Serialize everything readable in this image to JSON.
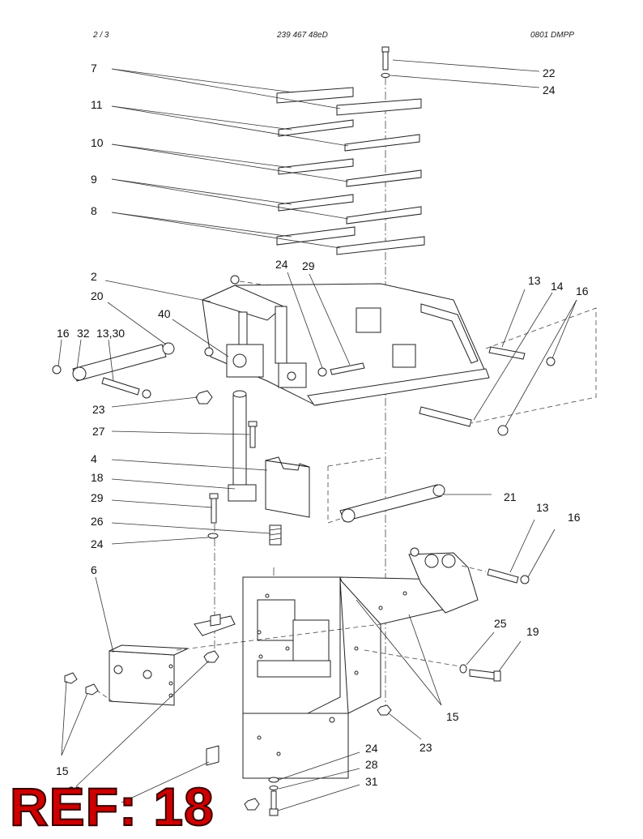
{
  "header": {
    "page": "2 /   3",
    "doc_number": "239 467 48eD",
    "code": "0801 DMPP"
  },
  "ref_badge": "REF: 18",
  "labels": {
    "l7": "7",
    "l11": "11",
    "l10": "10",
    "l9": "9",
    "l8": "8",
    "l22": "22",
    "l24a": "24",
    "l2": "2",
    "l20": "20",
    "l40": "40",
    "l16a": "16",
    "l32": "32",
    "l13_30": "13,30",
    "l24b": "24",
    "l29a": "29",
    "l13a": "13",
    "l14": "14",
    "l16b": "16",
    "l23a": "23",
    "l27": "27",
    "l4": "4",
    "l18": "18",
    "l29b": "29",
    "l26": "26",
    "l24c": "24",
    "l21": "21",
    "l13b": "13",
    "l16c": "16",
    "l6": "6",
    "l25": "25",
    "l19": "19",
    "l15a": "15",
    "l23b": "23",
    "l24d": "24",
    "l28": "28",
    "l31": "31",
    "l15b": "15",
    "l23c": "23"
  }
}
